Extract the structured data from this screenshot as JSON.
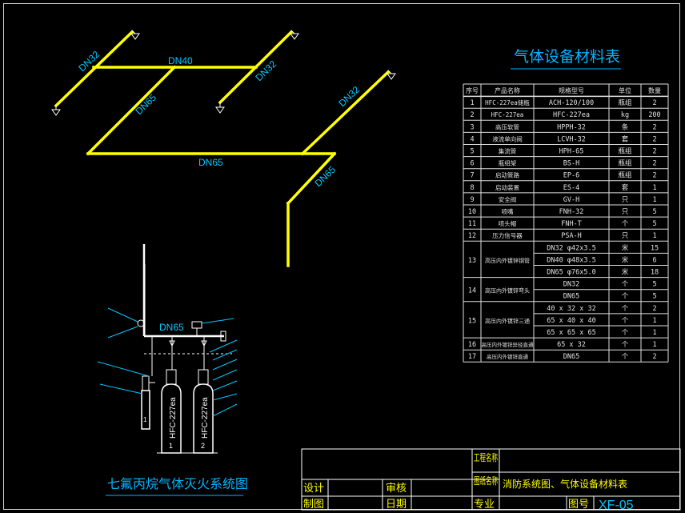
{
  "colors": {
    "background": "#000000",
    "pipe": "#ffff00",
    "text_cyan": "#00c8ff",
    "table_line": "#e0e0e0",
    "table_text": "#e0e0e0",
    "title_text": "#00b4ff",
    "label_text": "#ffffff"
  },
  "iso_labels": {
    "dn32_a": "DN32",
    "dn40": "DN40",
    "dn32_b": "DN32",
    "dn65_a": "DN65",
    "dn65_b": "DN65",
    "dn32_c": "DN32",
    "dn65_c": "DN65"
  },
  "system": {
    "dn65_label": "DN65",
    "cylinder_1_agent": "HFC-227ea",
    "cylinder_1_no": "1",
    "cylinder_2_agent": "HFC-227ea",
    "cylinder_2_no": "2",
    "cylinder_small_no": "1",
    "title": "七氟丙烷气体灭火系统图"
  },
  "table": {
    "title": "气体设备材料表",
    "headers": [
      "序号",
      "产品名称",
      "规格型号",
      "单位",
      "数量"
    ],
    "rows": [
      {
        "no": "1",
        "name": "HFC-227ea储瓶",
        "spec": "ACH-120/100",
        "unit": "瓶组",
        "qty": "2"
      },
      {
        "no": "2",
        "name": "HFC-227ea",
        "spec": "HFC-227ea",
        "unit": "kg",
        "qty": "200"
      },
      {
        "no": "3",
        "name": "高压软管",
        "spec": "HPPH-32",
        "unit": "条",
        "qty": "2"
      },
      {
        "no": "4",
        "name": "液流单向阀",
        "spec": "LCVH-32",
        "unit": "套",
        "qty": "2"
      },
      {
        "no": "5",
        "name": "集流管",
        "spec": "HPH-65",
        "unit": "瓶组",
        "qty": "2"
      },
      {
        "no": "6",
        "name": "瓶组架",
        "spec": "BS-H",
        "unit": "瓶组",
        "qty": "2"
      },
      {
        "no": "7",
        "name": "启动管路",
        "spec": "EP-6",
        "unit": "瓶组",
        "qty": "2"
      },
      {
        "no": "8",
        "name": "启动装置",
        "spec": "ES-4",
        "unit": "套",
        "qty": "1"
      },
      {
        "no": "9",
        "name": "安全阀",
        "spec": "GV-H",
        "unit": "只",
        "qty": "1"
      },
      {
        "no": "10",
        "name": "喷嘴",
        "spec": "FNH-32",
        "unit": "只",
        "qty": "5"
      },
      {
        "no": "11",
        "name": "喷头帽",
        "spec": "FNH-T",
        "unit": "个",
        "qty": "5"
      },
      {
        "no": "12",
        "name": "压力信号器",
        "spec": "PSA-H",
        "unit": "只",
        "qty": "1"
      }
    ],
    "row13": {
      "no": "13",
      "name": "高压内外镀锌钢管",
      "subs": [
        {
          "spec": "DN32  φ42x3.5",
          "unit": "米",
          "qty": "15"
        },
        {
          "spec": "DN40  φ48x3.5",
          "unit": "米",
          "qty": "6"
        },
        {
          "spec": "DN65  φ76x5.0",
          "unit": "米",
          "qty": "18"
        }
      ]
    },
    "row14": {
      "no": "14",
      "name": "高压内外镀锌弯头",
      "subs": [
        {
          "spec": "DN32",
          "unit": "个",
          "qty": "5"
        },
        {
          "spec": "DN65",
          "unit": "个",
          "qty": "5"
        }
      ]
    },
    "row15": {
      "no": "15",
      "name": "高压内外镀锌三通",
      "subs": [
        {
          "spec": "40 x 32 x 32",
          "unit": "个",
          "qty": "2"
        },
        {
          "spec": "65 x 40 x 40",
          "unit": "个",
          "qty": "1"
        },
        {
          "spec": "65 x 65 x 65",
          "unit": "个",
          "qty": "1"
        }
      ]
    },
    "row16": {
      "no": "16",
      "name": "高压内外镀锌异径直通",
      "spec": "65 x 32",
      "unit": "个",
      "qty": "1"
    },
    "row17": {
      "no": "17",
      "name": "高压内外镀锌直通",
      "spec": "DN65",
      "unit": "个",
      "qty": "2"
    }
  },
  "title_block": {
    "project_name": "工程名称",
    "drawing_name_label": "图纸名称",
    "drawing_name": "消防系统图、气体设备材料表",
    "design": "设计",
    "review": "审核",
    "draw": "制图",
    "date": "日期",
    "major": "专业",
    "drawing_no_label": "图号",
    "drawing_no": "XF-05"
  }
}
